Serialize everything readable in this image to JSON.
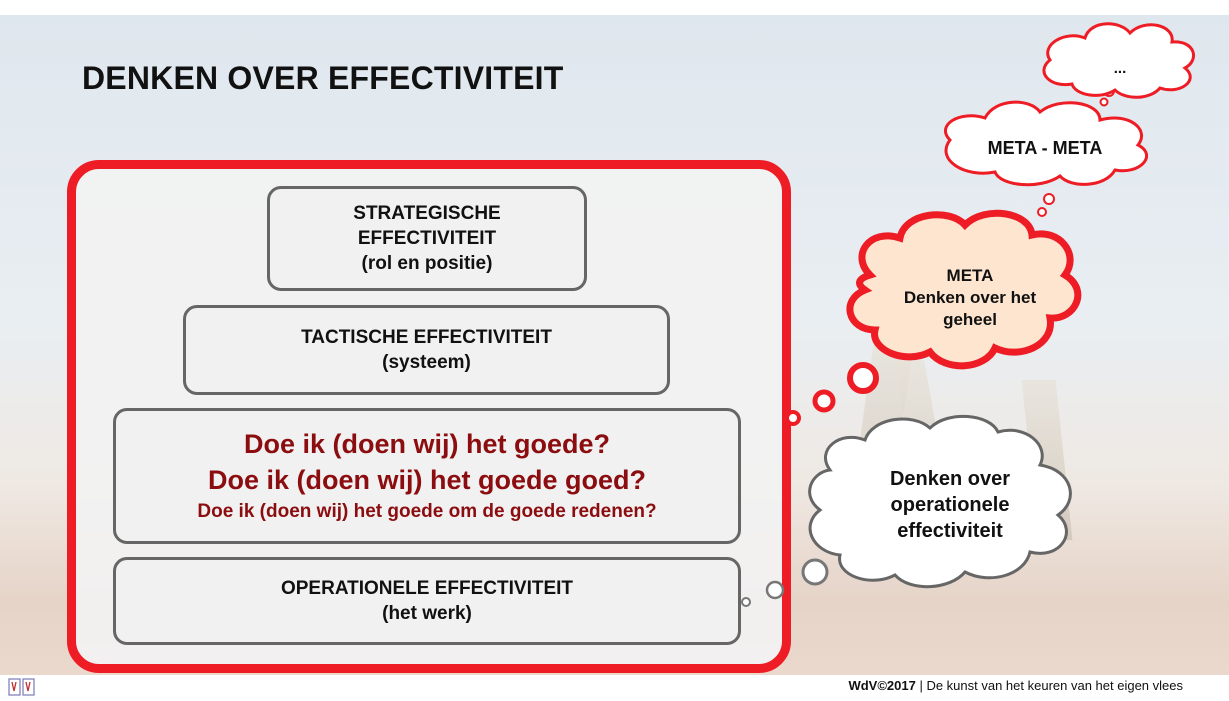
{
  "title": "DENKEN OVER EFFECTIVITEIT",
  "levels": {
    "strategic": {
      "line1": "STRATEGISCHE",
      "line2": "EFFECTIVITEIT",
      "line3": "(rol en positie)"
    },
    "tactical": {
      "line1": "TACTISCHE EFFECTIVITEIT",
      "line2": "(systeem)"
    },
    "questions": [
      "Doe ik (doen wij) het goede?",
      "Doe ik (doen wij) het goede goed?",
      "Doe ik (doen wij) het goede om de goede redenen?"
    ],
    "operational": {
      "line1": "OPERATIONELE EFFECTIVITEIT",
      "line2": "(het werk)"
    }
  },
  "bubbles": {
    "ellipsis": "...",
    "meta_meta": "META - META",
    "meta": {
      "line1": "META",
      "line2": "Denken over het",
      "line3": "geheel"
    },
    "operational": {
      "line1": "Denken over",
      "line2": "operationele",
      "line3": "effectiviteit"
    }
  },
  "footer": {
    "brand": "WdV©2017",
    "separator": " | ",
    "text": "De kunst van het keuren van het eigen vlees"
  },
  "colors": {
    "accent_red": "#ee1c24",
    "question_red": "#8b0d10",
    "meta_fill": "#fde5d0",
    "box_border": "#666666"
  }
}
